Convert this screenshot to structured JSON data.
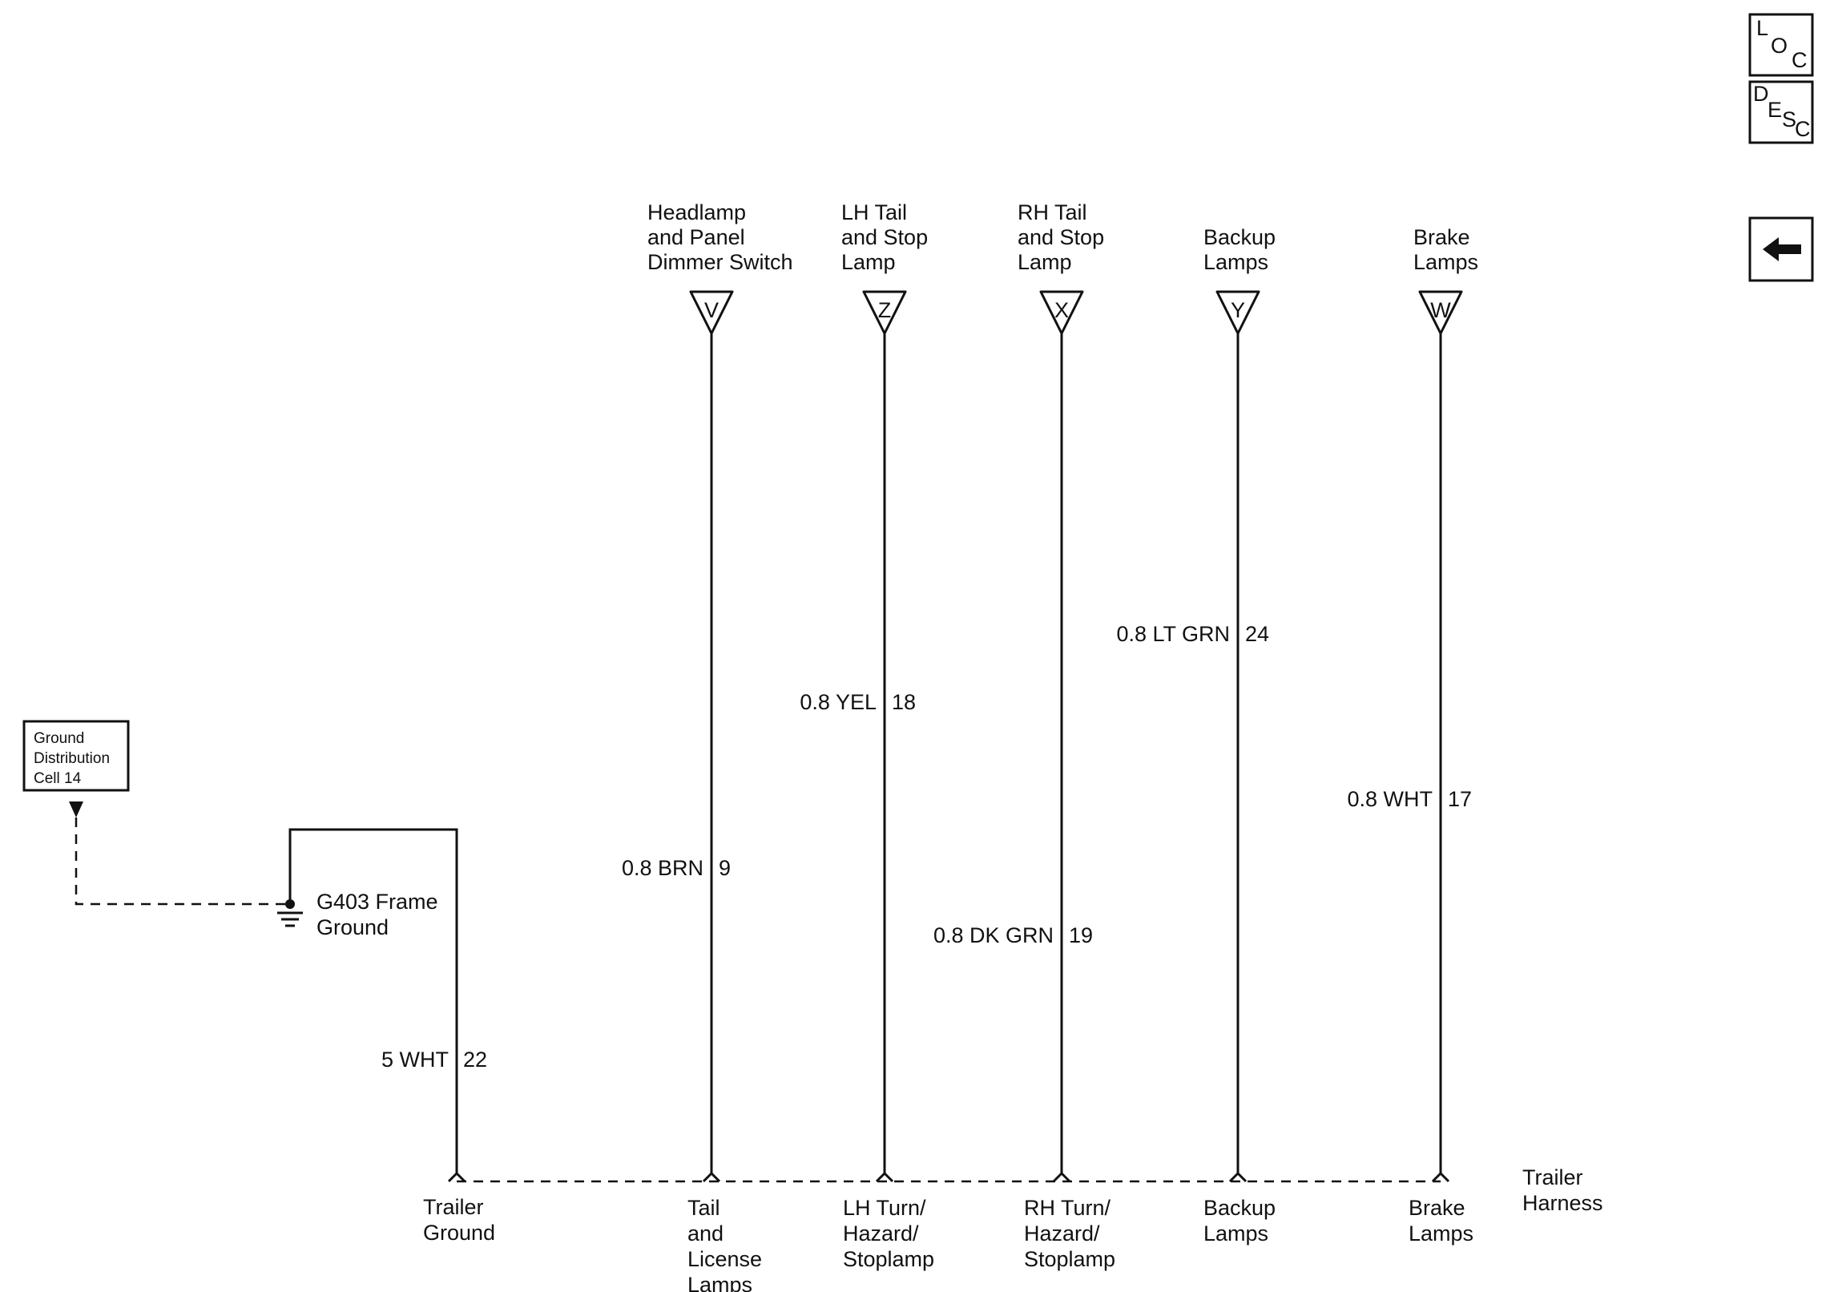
{
  "nav": {
    "loc": {
      "l1": "L",
      "l2": "O",
      "l3": "C"
    },
    "desc": {
      "l1": "D",
      "l2": "E",
      "l3": "S",
      "l4": "C"
    },
    "back_icon": "left-arrow-icon"
  },
  "ground_box": {
    "line1": "Ground",
    "line2": "Distribution",
    "line3": "Cell 14"
  },
  "ground": {
    "line1": "G403 Frame",
    "line2": "Ground"
  },
  "trailer_ground_wire": {
    "color": "5 WHT",
    "circuit": "22"
  },
  "harness": {
    "line1": "Trailer",
    "line2": "Harness"
  },
  "columns": [
    {
      "top": [
        "Headlamp",
        "and Panel",
        "Dimmer Switch"
      ],
      "pin": "V",
      "wire": "0.8 BRN",
      "circuit": "9",
      "bottom": [
        "Tail",
        "and",
        "License",
        "Lamps"
      ]
    },
    {
      "top": [
        "LH Tail",
        "and Stop",
        "Lamp"
      ],
      "pin": "Z",
      "wire": "0.8 YEL",
      "circuit": "18",
      "bottom": [
        "LH Turn/",
        "Hazard/",
        "Stoplamp"
      ]
    },
    {
      "top": [
        "RH Tail",
        "and Stop",
        "Lamp"
      ],
      "pin": "X",
      "wire": "0.8 DK GRN",
      "circuit": "19",
      "bottom": [
        "RH Turn/",
        "Hazard/",
        "Stoplamp"
      ]
    },
    {
      "top": [
        "Backup",
        "Lamps"
      ],
      "pin": "Y",
      "wire": "0.8 LT GRN",
      "circuit": "24",
      "bottom": [
        "Backup",
        "Lamps"
      ]
    },
    {
      "top": [
        "Brake",
        "Lamps"
      ],
      "pin": "W",
      "wire": "0.8 WHT",
      "circuit": "17",
      "bottom": [
        "Brake",
        "Lamps"
      ]
    }
  ],
  "trailer_ground_label": {
    "line1": "Trailer",
    "line2": "Ground"
  }
}
